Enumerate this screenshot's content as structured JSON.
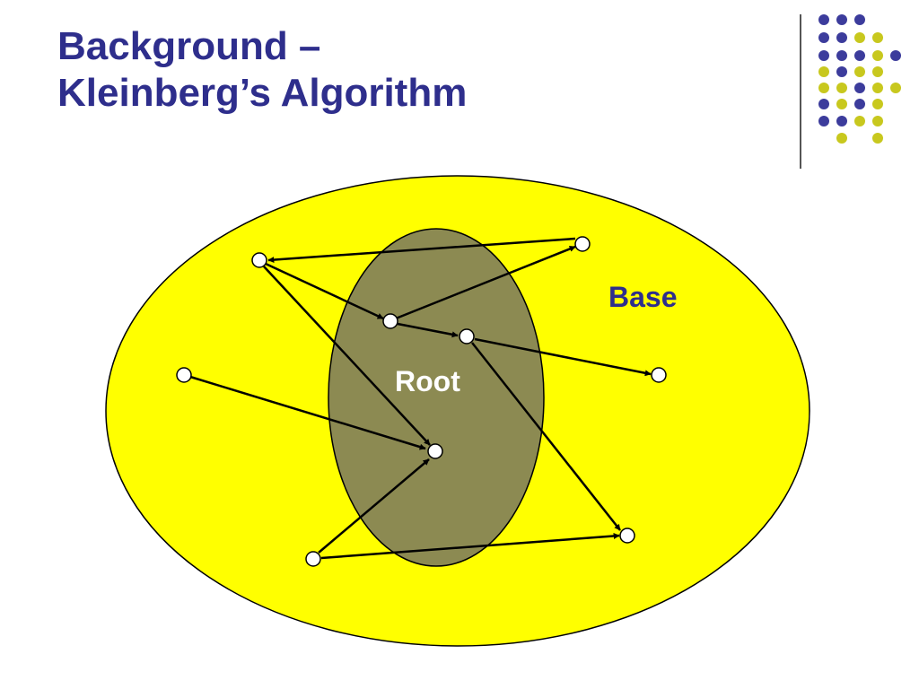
{
  "slide": {
    "title_line1": "Background –",
    "title_line2": "Kleinberg’s Algorithm"
  },
  "diagram": {
    "base_label": "Base",
    "root_label": "Root"
  },
  "logo": {
    "icon": "dot-grid-icon"
  },
  "colors": {
    "title": "#2e2e8c",
    "base_fill": "#ffff00",
    "root_fill": "#8c8a52",
    "logo_blue": "#3c3c9c",
    "logo_yellow": "#c8c81e",
    "label_root": "#ffffff",
    "label_base": "#2e2e8c"
  }
}
